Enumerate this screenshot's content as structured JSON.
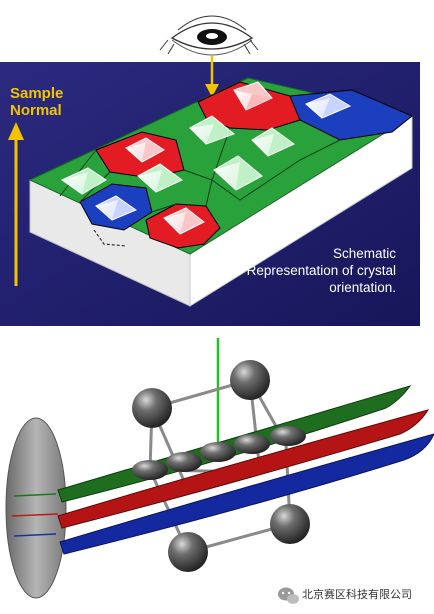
{
  "figure": {
    "labels": {
      "sample_normal_line1": "Sample",
      "sample_normal_line2": "Normal",
      "schematic_line1": "Schematic",
      "schematic_line2": "Representation of crystal",
      "schematic_line3": "orientation."
    },
    "watermark": "北京赛区科技有限公司",
    "colors": {
      "background_navy": "#1f1e6e",
      "grain_red": "#e31c24",
      "grain_green": "#2aa23c",
      "grain_blue": "#1c3fc0",
      "arrow_yellow": "#f3c300",
      "atom_gray": "#4a4a4a"
    },
    "icons": [
      "eye-icon",
      "wechat-icon"
    ]
  }
}
